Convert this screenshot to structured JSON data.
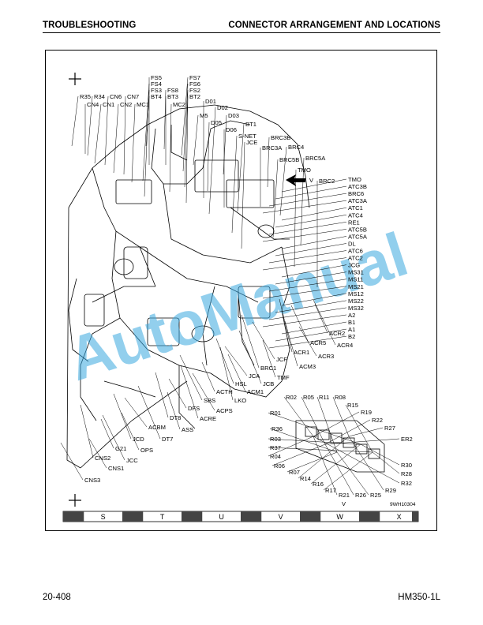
{
  "header": {
    "left": "TROUBLESHOOTING",
    "right": "CONNECTOR ARRANGEMENT AND LOCATIONS"
  },
  "footer": {
    "page": "20-408",
    "model": "HM350-1L"
  },
  "diagram": {
    "figure_id": "9WH10304",
    "view_label": "V",
    "watermark": "AutoManual",
    "top_labels": [
      "R35",
      "R34",
      "CN6",
      "CN7",
      "FS5",
      "FS4",
      "FS3",
      "BT4",
      "FS8",
      "BT3",
      "FS7",
      "FS6",
      "FS2",
      "BT2",
      "CN4",
      "CN1",
      "CN2",
      "MC1",
      "MC2",
      "D01",
      "D02",
      "M5",
      "D03",
      "D05",
      "D06",
      "BT1",
      "S-NET",
      "JCE",
      "BRC3B",
      "BRC3A",
      "BRC4",
      "BRC5B",
      "BRC5A",
      "TMO",
      "BRC2"
    ],
    "right_labels": [
      "TMO",
      "ATC3B",
      "BRC6",
      "ATC3A",
      "ATC1",
      "ATC4",
      "RE1",
      "ATC5B",
      "ATC5A",
      "DL",
      "ATC6",
      "ATC2",
      "JCG",
      "MS31",
      "MS11",
      "MS21",
      "MS12",
      "MS22",
      "MS32",
      "A2",
      "B1",
      "A1",
      "B2"
    ],
    "middle_labels": [
      "ACR2",
      "ACR5",
      "ACR4",
      "ACR1",
      "ACR3",
      "JCF",
      "ACM3",
      "BRC1",
      "JCA",
      "TMF",
      "HSL",
      "JCB",
      "ACTH",
      "ACM1",
      "SBS",
      "LKO",
      "DFS",
      "ACPS",
      "DT8",
      "ACRE",
      "ACBM",
      "ASS",
      "JCD",
      "DT7",
      "G21",
      "OPS",
      "JCC",
      "CNS2",
      "CNS1",
      "CNS3"
    ],
    "relay_labels": [
      "R02",
      "R05",
      "R11",
      "R08",
      "R01",
      "R15",
      "R19",
      "R22",
      "R36",
      "R27",
      "R03",
      "R37",
      "R04",
      "R06",
      "R07",
      "R14",
      "R16",
      "R17",
      "R21",
      "R26",
      "R25",
      "R29",
      "R30",
      "R28",
      "R32",
      "ER2"
    ],
    "scale": [
      "S",
      "T",
      "U",
      "V",
      "W",
      "X"
    ]
  }
}
